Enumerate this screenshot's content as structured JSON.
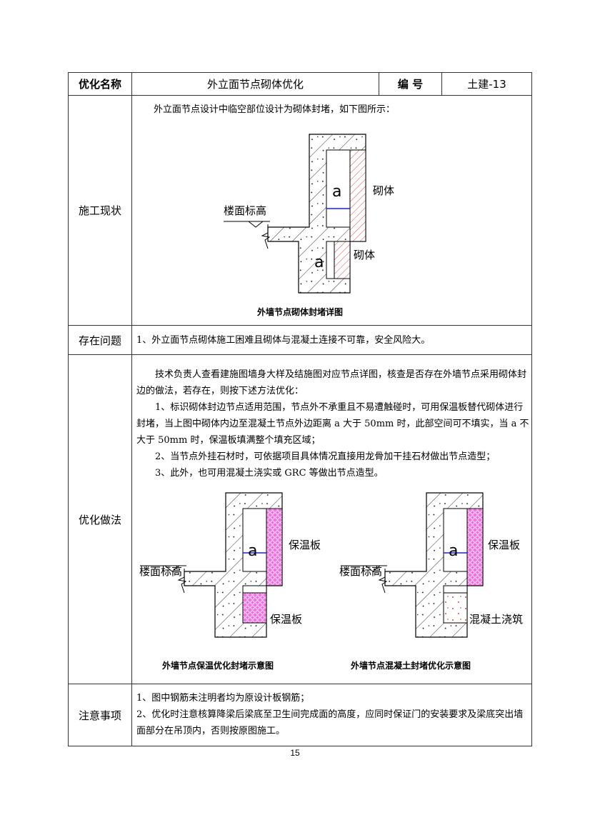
{
  "header": {
    "name_label": "优化名称",
    "name_value": "外立面节点砌体优化",
    "number_label": "编 号",
    "number_value": "土建-13"
  },
  "status": {
    "label": "施工现状",
    "text": "外立面节点设计中临空部位设计为砌体封堵，如下图所示：",
    "figure": {
      "a": "a",
      "masonry_upper": "砌体",
      "masonry_lower": "砌体",
      "floor": "楼面标高",
      "caption": "外墙节点砌体封堵详图"
    }
  },
  "problem": {
    "label": "存在问题",
    "text": "1、外立面节点砌体施工困难且砌体与混凝土连接不可靠，安全风险大。"
  },
  "method": {
    "label": "优化做法",
    "paragraphs": [
      "技术负责人查看建施图墙身大样及结施图对应节点详图，核查是否存在外墙节点采用砌体封边的做法，若存在，则按下述方法优化：",
      "1、标识砌体封边节点适用范围，节点外不承重且不易遭触碰时，可用保温板替代砌体进行封堵，当上图中砌体内边至混凝土节点外边距离 a 大于 50mm 时，此部空间可不填实，当 a 不大于 50mm 时，保温板填满整个填充区域；",
      "2、当节点外挂石材时，可依据项目具体情况直接用龙骨加干挂石材做出节点造型；",
      "3、此外，也可用混凝土浇实或 GRC 等做出节点造型。"
    ],
    "figure_left": {
      "a": "a",
      "upper": "保温板",
      "lower": "保温板",
      "floor": "楼面标高",
      "caption": "外墙节点保温优化封堵示意图"
    },
    "figure_right": {
      "a": "a",
      "upper": "保温板",
      "lower": "混凝土浇筑",
      "floor": "楼面标高",
      "caption": "外墙节点混凝土封堵优化示意图"
    }
  },
  "notes": {
    "label": "注意事项",
    "items": [
      "1、图中钢筋未注明者均为原设计板钢筋；",
      "2、优化时注意核算降梁后梁底至卫生间完成面的高度，应同时保证门的安装要求及梁底突出墙面部分在吊顶内，否则按原图施工。"
    ]
  },
  "page_number": "15",
  "colors": {
    "masonry": "#d62020",
    "insulation": "#e020c8",
    "rebar": "#1a1aff",
    "concrete_pour": "#e01010"
  }
}
